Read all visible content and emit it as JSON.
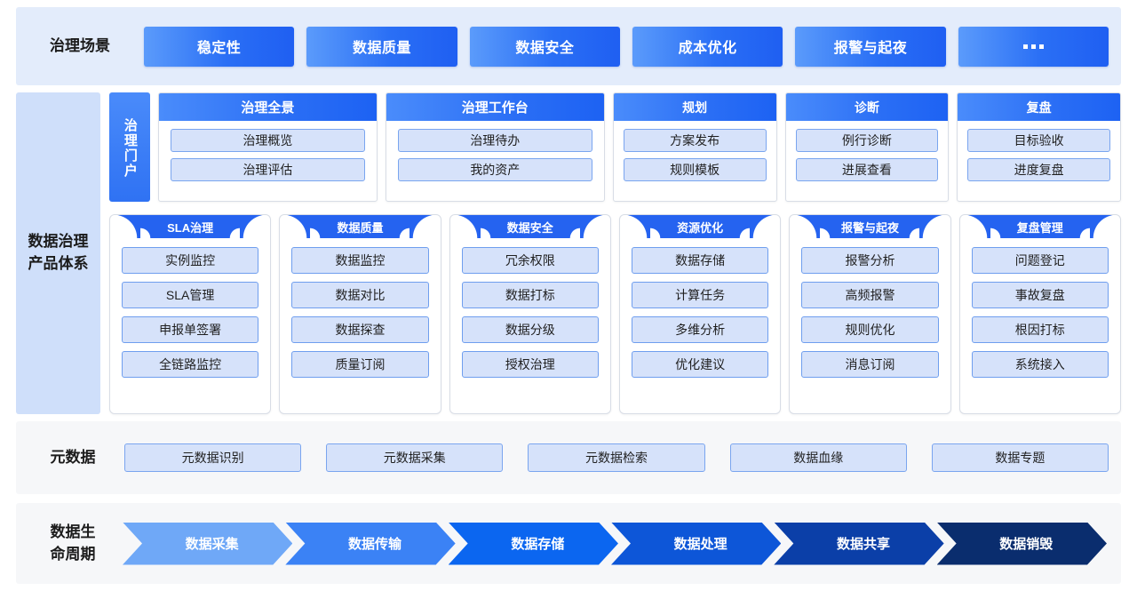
{
  "scenarios": {
    "label": "治理场景",
    "items": [
      {
        "label": "稳定性"
      },
      {
        "label": "数据质量"
      },
      {
        "label": "数据安全"
      },
      {
        "label": "成本优化"
      },
      {
        "label": "报警与起夜"
      },
      {
        "label": "..."
      }
    ]
  },
  "products": {
    "label": "数据治理\n产品体系",
    "label_line1": "数据治理",
    "label_line2": "产品体系",
    "portal_tab": "治理门户",
    "portal_cards": [
      {
        "title": "治理全景",
        "items": [
          "治理概览",
          "治理评估"
        ]
      },
      {
        "title": "治理工作台",
        "items": [
          "治理待办",
          "我的资产"
        ]
      },
      {
        "title": "规划",
        "items": [
          "方案发布",
          "规则模板"
        ]
      },
      {
        "title": "诊断",
        "items": [
          "例行诊断",
          "进展查看"
        ]
      },
      {
        "title": "复盘",
        "items": [
          "目标验收",
          "进度复盘"
        ]
      }
    ],
    "modules": [
      {
        "title": "SLA治理",
        "items": [
          "实例监控",
          "SLA管理",
          "申报单签署",
          "全链路监控"
        ]
      },
      {
        "title": "数据质量",
        "items": [
          "数据监控",
          "数据对比",
          "数据探查",
          "质量订阅"
        ]
      },
      {
        "title": "数据安全",
        "items": [
          "冗余权限",
          "数据打标",
          "数据分级",
          "授权治理"
        ]
      },
      {
        "title": "资源优化",
        "items": [
          "数据存储",
          "计算任务",
          "多维分析",
          "优化建议"
        ]
      },
      {
        "title": "报警与起夜",
        "items": [
          "报警分析",
          "高频报警",
          "规则优化",
          "消息订阅"
        ]
      },
      {
        "title": "复盘管理",
        "items": [
          "问题登记",
          "事故复盘",
          "根因打标",
          "系统接入"
        ]
      }
    ]
  },
  "metadata": {
    "label": "元数据",
    "items": [
      "元数据识别",
      "元数据采集",
      "元数据检索",
      "数据血缘",
      "数据专题"
    ]
  },
  "lifecycle": {
    "label_line1": "数据生",
    "label_line2": "命周期",
    "steps": [
      {
        "label": "数据采集",
        "color": "#6fa8f7"
      },
      {
        "label": "数据传输",
        "color": "#3b82f5"
      },
      {
        "label": "数据存储",
        "color": "#0b66f0"
      },
      {
        "label": "数据处理",
        "color": "#0d56d8"
      },
      {
        "label": "数据共享",
        "color": "#0b3fa8"
      },
      {
        "label": "数据销毁",
        "color": "#0a2d6e"
      }
    ]
  },
  "colors": {
    "scenario_band_bg": "#e3ecfb",
    "product_side_bg": "#cfdffa",
    "gray_band_bg": "#f6f7f9",
    "accent_blue": "#2563f0",
    "chip_bg": "#d6e2fa",
    "chip_border": "#7aa5ef"
  }
}
